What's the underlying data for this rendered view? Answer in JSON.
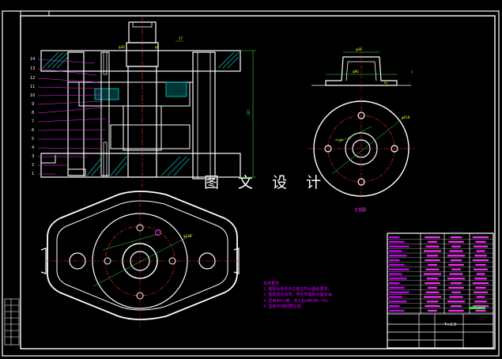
{
  "watermark": "图 文 设 计",
  "view_label": "主视图",
  "part_numbers": [
    "14",
    "13",
    "12",
    "11",
    "10",
    "9",
    "8",
    "7",
    "6",
    "5",
    "4",
    "3",
    "2",
    "1"
  ],
  "title_block": {
    "code": "T=2.0"
  },
  "notes": {
    "title": "技术要求",
    "items": [
      "1. 装配后各零件位置应符合图纸要求；",
      "2. 装配前应清洗，导柱导套配合面涂油；",
      "3. 选用40Cr钢，淬火后HRC45~50；",
      "4. 选用45钢调质处理。"
    ]
  },
  "colors": {
    "background": "#000000",
    "lines": "#ffffff",
    "centerlines": "#ff2a2a",
    "dimensions": "#2ee82e",
    "leaders": "#ff2aff",
    "hatch": "#00d7d7",
    "border": "#ffffff"
  }
}
